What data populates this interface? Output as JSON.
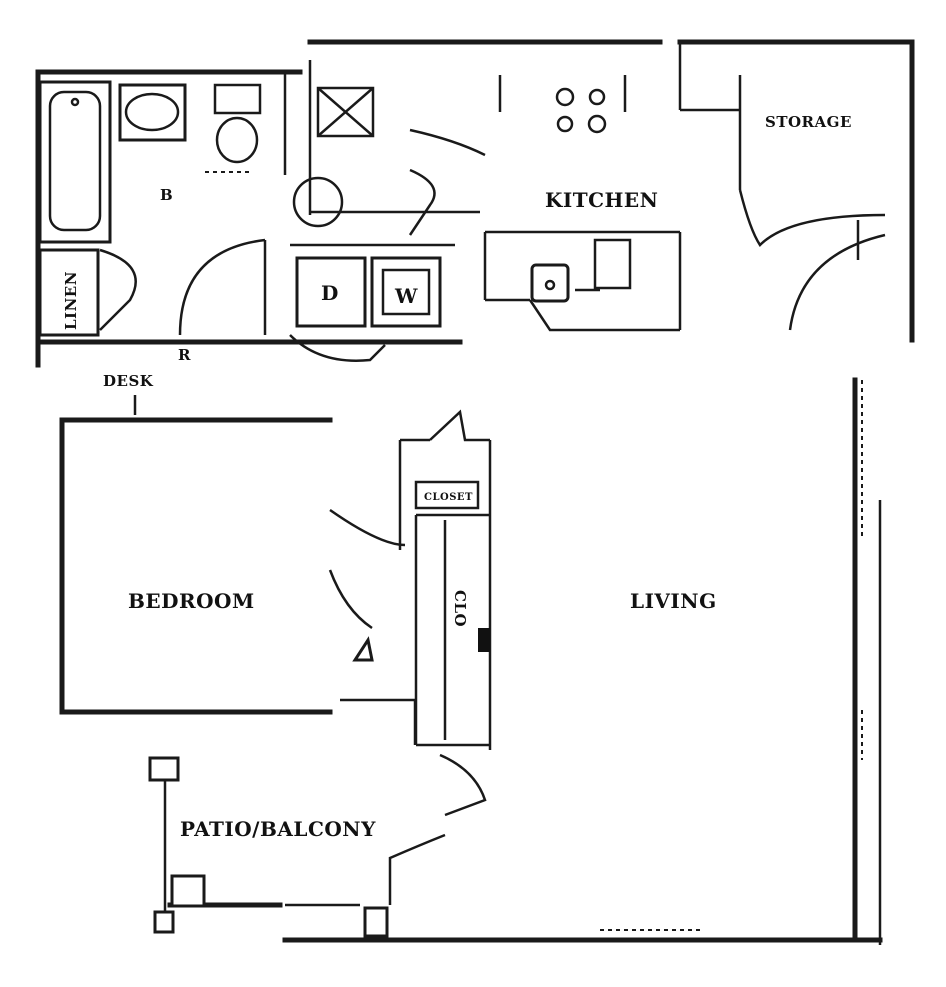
{
  "rooms": {
    "kitchen": "KITCHEN",
    "storage": "STORAGE",
    "bedroom": "BEDROOM",
    "living": "LIVING",
    "patio": "PATIO/BALCONY",
    "linen": "LINEN",
    "desk": "DESK",
    "closet": "CLOSET",
    "clo": "CLO"
  },
  "appliances": {
    "dryer": "D",
    "washer": "W"
  },
  "marks": {
    "bath": "B",
    "refrigerator": "R"
  }
}
